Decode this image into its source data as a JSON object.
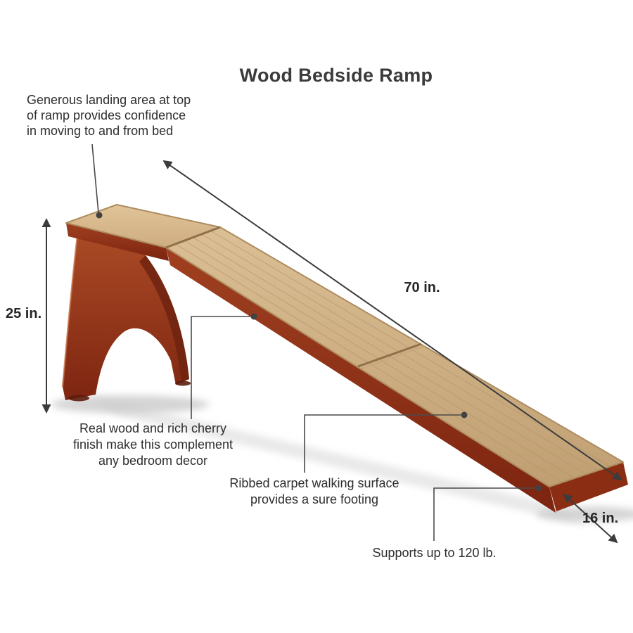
{
  "title": "Wood Bedside Ramp",
  "annotations": {
    "landing": {
      "lines": [
        "Generous landing area at top",
        "of ramp provides confidence",
        "in moving to and from bed"
      ]
    },
    "wood_finish": {
      "lines": [
        "Real wood and rich cherry",
        "finish make this complement",
        "any bedroom decor"
      ]
    },
    "carpet_surface": {
      "lines": [
        "Ribbed carpet walking surface",
        "provides a sure footing"
      ]
    },
    "weight_capacity": {
      "lines": [
        "Supports up to 120 lb."
      ]
    }
  },
  "dimensions": {
    "length": "70 in.",
    "height": "25 in.",
    "width": "16 in."
  },
  "product": {
    "colors": {
      "cherry_wood": "#93341a",
      "carpet_tan": "#cbaa7d",
      "dimension_line": "#3c3c3c",
      "leader_line": "#4a4a4a",
      "text": "#2e2e2e"
    }
  }
}
